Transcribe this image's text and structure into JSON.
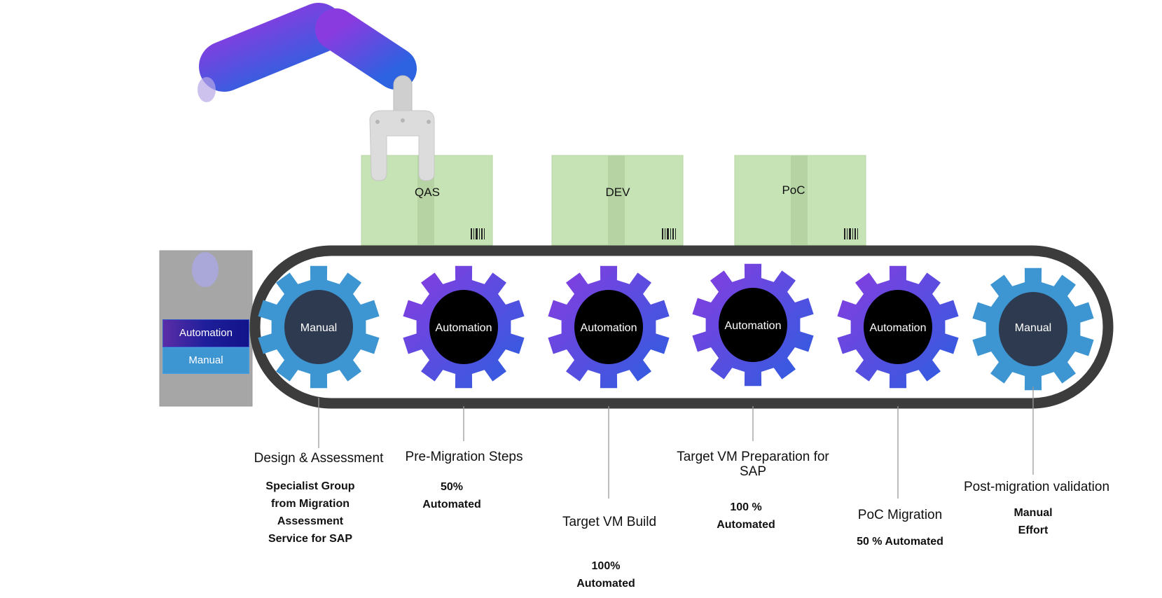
{
  "legend": {
    "automation": "Automation",
    "manual": "Manual"
  },
  "boxes": [
    {
      "label": "QAS"
    },
    {
      "label": "DEV"
    },
    {
      "label": "PoC"
    }
  ],
  "gears": [
    {
      "label": "Manual",
      "kind": "manual"
    },
    {
      "label": "Automation",
      "kind": "automation"
    },
    {
      "label": "Automation",
      "kind": "automation"
    },
    {
      "label": "Automation",
      "kind": "automation"
    },
    {
      "label": "Automation",
      "kind": "automation"
    },
    {
      "label": "Manual",
      "kind": "manual"
    }
  ],
  "stages": [
    {
      "title": "Design & Assessment",
      "detail": "Specialist Group from Migration Assessment Service for SAP"
    },
    {
      "title": "Pre-Migration Steps",
      "detail": "50% Automated"
    },
    {
      "title": "Target VM Build",
      "detail": "100% Automated"
    },
    {
      "title": "Target VM Preparation for SAP",
      "detail": "100 % Automated"
    },
    {
      "title": "PoC Migration",
      "detail": "50 % Automated"
    },
    {
      "title": "Post-migration validation",
      "detail": "Manual Effort"
    }
  ],
  "colors": {
    "manual_gear": "#3d95d2",
    "manual_hub": "#2e3a4f",
    "automation_gear_start": "#7b3fe0",
    "automation_gear_end": "#2f5de0",
    "automation_hub": "#000000",
    "belt": "#3c3c3c",
    "box_fill": "#c6e3b5",
    "robot_base": "#a6a6a6"
  }
}
